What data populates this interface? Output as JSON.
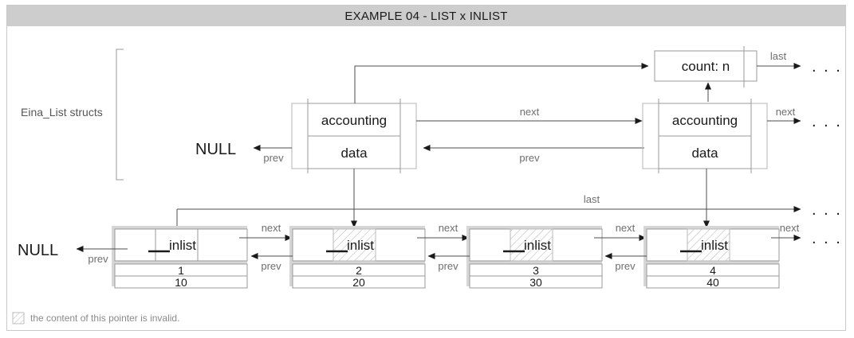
{
  "title": "EXAMPLE 04 - LIST x INLIST",
  "group_label": "Eina_List structs",
  "null_labels": {
    "top": "NULL",
    "bottom": "NULL"
  },
  "count_box": {
    "label": "count: n",
    "out_arrow_label": "last",
    "out_target": ". . ."
  },
  "list_nodes": [
    {
      "accounting": "accounting",
      "data": "data",
      "next_label": "next",
      "prev_label": "prev",
      "next_target": null
    },
    {
      "accounting": "accounting",
      "data": "data",
      "next_label": "next",
      "prev_label": "prev",
      "next_target": ". . ."
    }
  ],
  "inlist_nodes": [
    {
      "pointer": "inlist",
      "value1": "1",
      "value2": "10",
      "invalid": false,
      "next_label": "next",
      "prev_label": "prev"
    },
    {
      "pointer": "inlist",
      "value1": "2",
      "value2": "20",
      "invalid": true,
      "next_label": "next",
      "prev_label": "prev"
    },
    {
      "pointer": "inlist",
      "value1": "3",
      "value2": "30",
      "invalid": true,
      "next_label": "next",
      "prev_label": "prev"
    },
    {
      "pointer": "inlist",
      "value1": "4",
      "value2": "40",
      "invalid": true,
      "next_label": "next",
      "prev_label": "prev"
    }
  ],
  "inlist_tail_target": ". . .",
  "last_arrow": {
    "label": "last",
    "target": ". . ."
  },
  "legend": {
    "text": "the content of this pointer is invalid."
  },
  "colors": {
    "title_bar": "#cdcdcd",
    "frame_border": "#c9c9c9",
    "line": "#4d4d4d",
    "box_stroke": "#9a9a9a",
    "shadow": "#d6d6d6",
    "label_gray": "#6e6e6e"
  }
}
